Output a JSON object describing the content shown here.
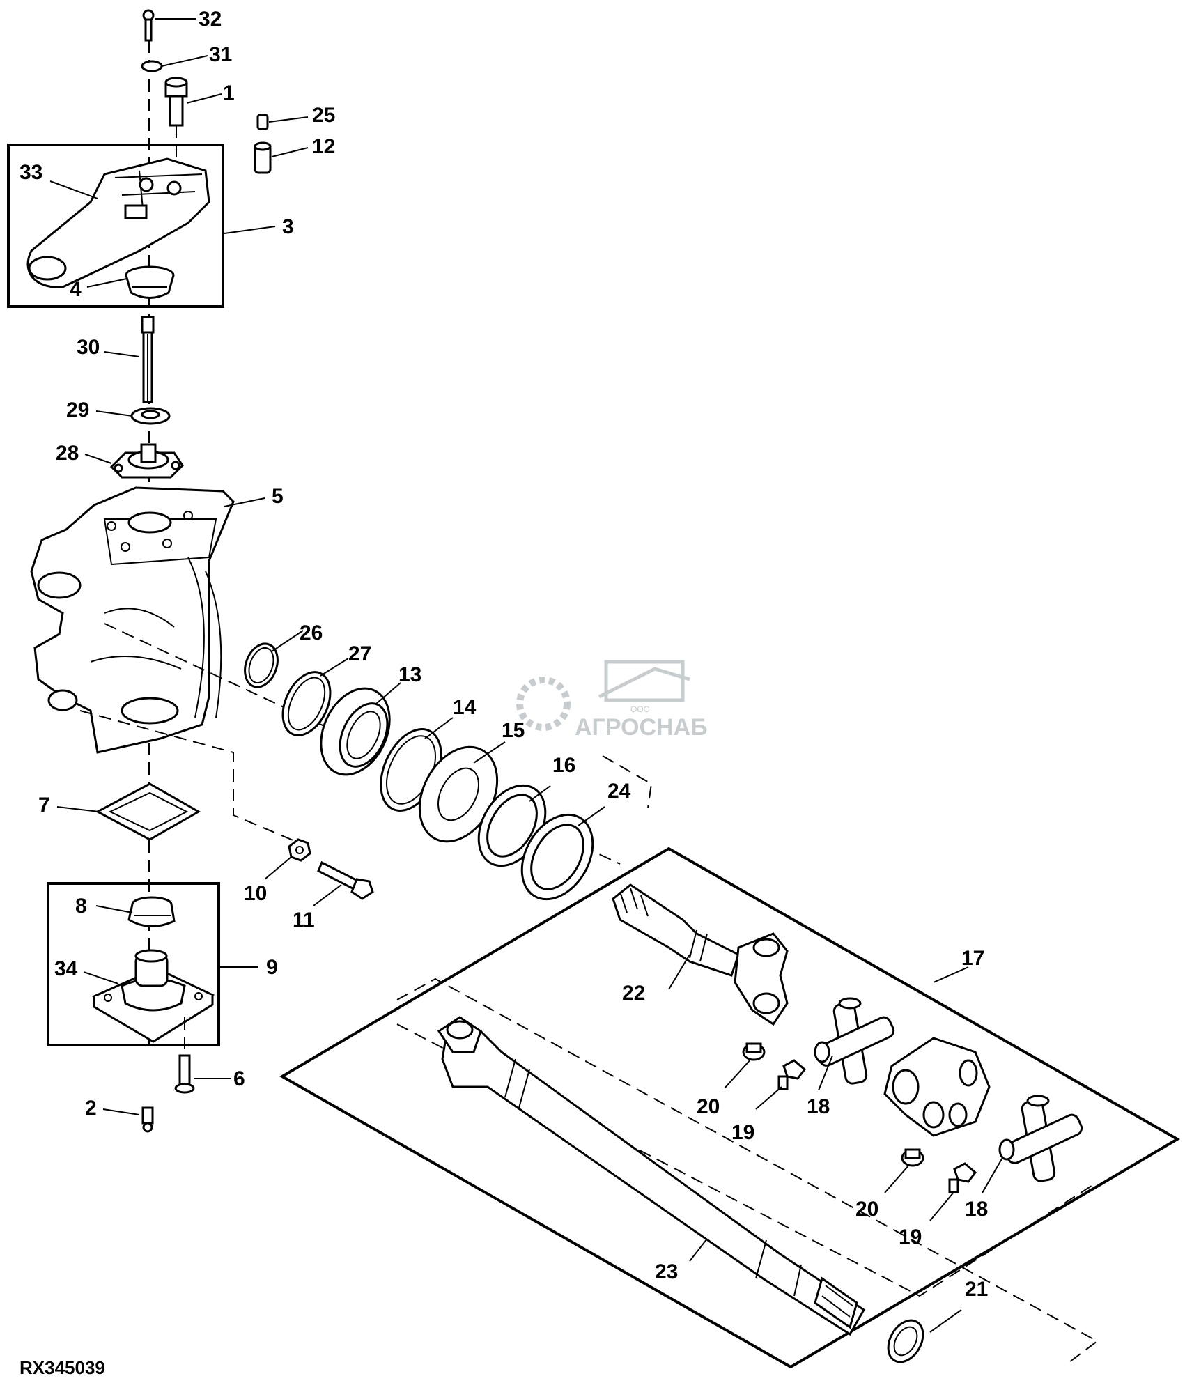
{
  "figure_id": "RX345039",
  "watermark": {
    "text": "АГРОСНАБ",
    "small": "ООО"
  },
  "callouts": {
    "c32": "32",
    "c31": "31",
    "c1": "1",
    "c25": "25",
    "c12": "12",
    "c33": "33",
    "c3": "3",
    "c4": "4",
    "c30": "30",
    "c29": "29",
    "c28": "28",
    "c5": "5",
    "c26": "26",
    "c27": "27",
    "c13": "13",
    "c14": "14",
    "c15": "15",
    "c16": "16",
    "c24": "24",
    "c7": "7",
    "c10": "10",
    "c11": "11",
    "c8": "8",
    "c9": "9",
    "c34": "34",
    "c6": "6",
    "c2": "2",
    "c17": "17",
    "c22": "22",
    "c20a": "20",
    "c19a": "19",
    "c18a": "18",
    "c20b": "20",
    "c19b": "19",
    "c18b": "18",
    "c23": "23",
    "c21": "21"
  }
}
